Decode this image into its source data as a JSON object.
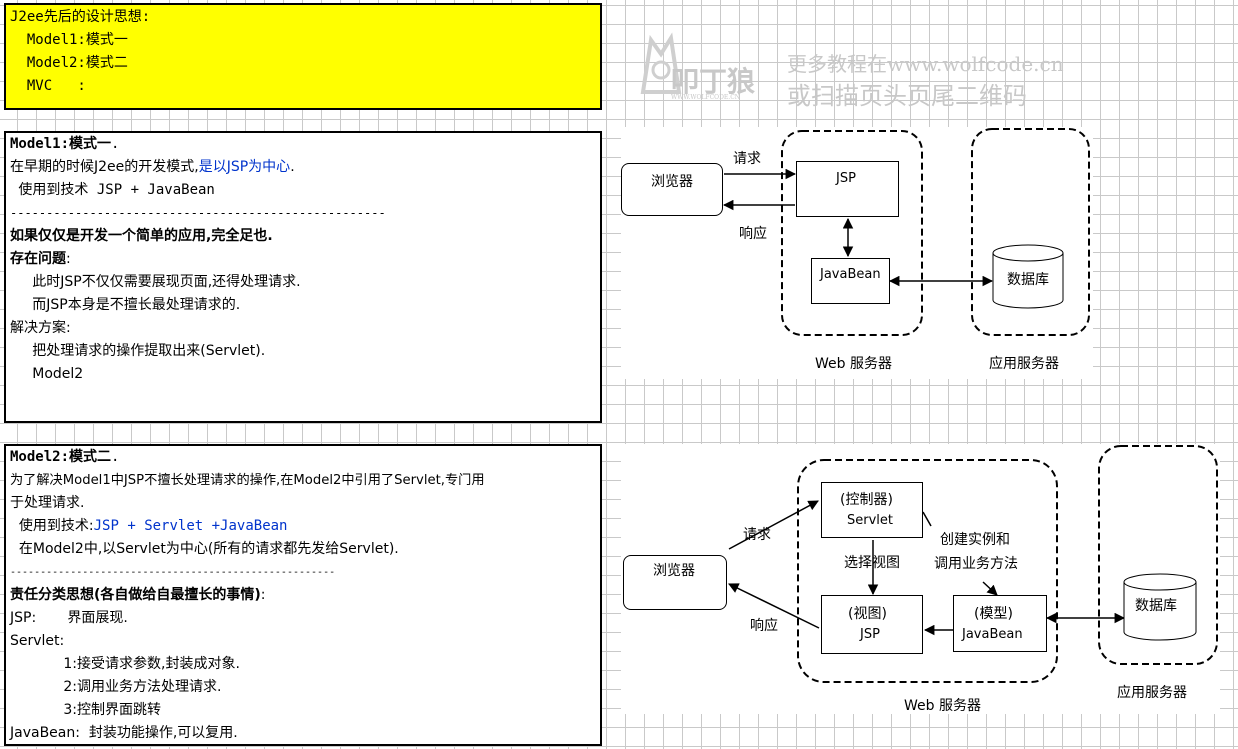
{
  "box1": {
    "lines": [
      "J2ee先后的设计思想:",
      "  Model1:模式一",
      "  Model2:模式二",
      "  MVC   :"
    ]
  },
  "box2": {
    "title_a": "Model1:模式一",
    "title_b": ".",
    "l2a": "在早期的时候J2ee的开发模式,",
    "l2b": "是以JSP为中心",
    "l2c": ".",
    "l3": " 使用到技术 JSP + JavaBean",
    "l4": "----------------------------------------------------",
    "l5": "如果仅仅是开发一个简单的应用,完全足也.",
    "l6": "存在问题",
    "l6b": ":",
    "l7": "     此时JSP不仅仅需要展现页面,还得处理请求.",
    "l8": "     而JSP本身是不擅长最处理请求的.",
    "l9": "",
    "l10": "解决方案:",
    "l11": "     把处理请求的操作提取出来(Servlet).",
    "l12": "     Model2"
  },
  "box3": {
    "title_a": "Model2:模式二",
    "title_b": ".",
    "l2": "为了解决Model1中JSP不擅长处理请求的操作,在Model2中引用了Servlet,专门用",
    "l3": "于处理请求.",
    "l4a": "  使用到技术:",
    "l4b": "JSP + Servlet +JavaBean",
    "l5": "  在Model2中,以Servlet为中心(所有的请求都先发给Servlet).",
    "l6": "------------------------------------------------------",
    "l7a": "责任分类思想(各自做给自最擅长的事情)",
    "l7b": ":",
    "l8": "JSP:       界面展现.",
    "l9": "Servlet:",
    "l10": "            1:接受请求参数,封装成对象.",
    "l11": "            2:调用业务方法处理请求.",
    "l12": "            3:控制界面跳转",
    "l13": "JavaBean:  封装功能操作,可以复用."
  },
  "watermark": {
    "logo": "叩丁狼",
    "sub": "WWW.WOLFCODE.CN",
    "line1": "更多教程在www.wolfcode.cn",
    "line2": "或扫描页头页尾二维码"
  },
  "diagram1": {
    "browser": "浏览器",
    "request": "请求",
    "response": "响应",
    "jsp": "JSP",
    "javabean": "JavaBean",
    "database": "数据库",
    "web_server": "Web 服务器",
    "app_server": "应用服务器"
  },
  "diagram2": {
    "browser": "浏览器",
    "request": "请求",
    "response": "响应",
    "controller_1": "(控制器)",
    "controller_2": "Servlet",
    "select_view": "选择视图",
    "view_1": "(视图)",
    "view_2": "JSP",
    "model_1": "(模型)",
    "model_2": "JavaBean",
    "create_1": "创建实例和",
    "create_2": "调用业务方法",
    "database": "数据库",
    "web_server": "Web 服务器",
    "app_server": "应用服务器"
  }
}
